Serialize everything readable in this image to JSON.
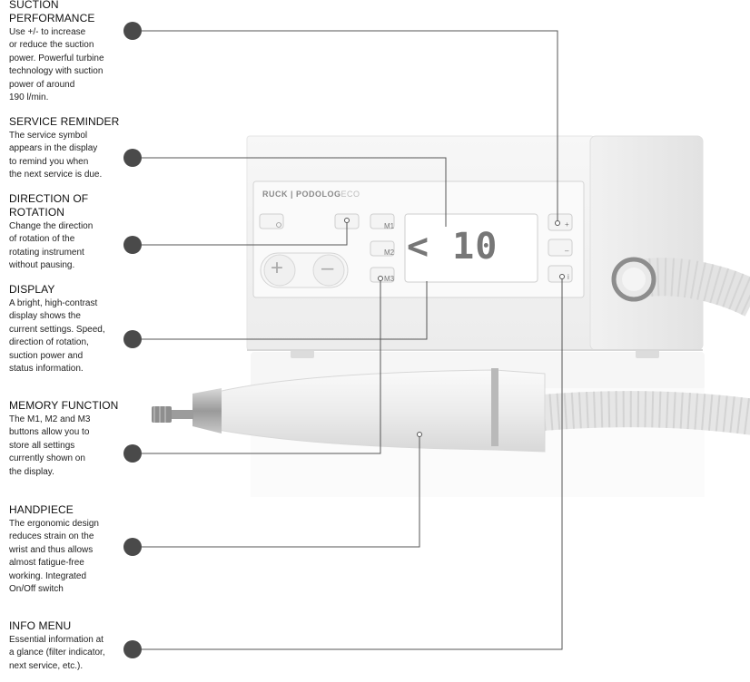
{
  "features": [
    {
      "title": "SUCTION\nPERFORMANCE",
      "body": "Use +/- to increase\nor reduce the suction\npower. Powerful turbine\ntechnology with suction\npower of around\n190 l/min."
    },
    {
      "title": "SERVICE REMINDER",
      "body": "The service symbol\nappears in the display\nto remind you when\nthe next service is due."
    },
    {
      "title": "DIRECTION OF\nROTATION",
      "body": "Change the direction\nof rotation of the\nrotating instrument\nwithout pausing."
    },
    {
      "title": "DISPLAY",
      "body": "A bright, high-contrast\ndisplay shows the\ncurrent settings. Speed,\ndirection of rotation,\nsuction power and\nstatus information."
    },
    {
      "title": "MEMORY FUNCTION",
      "body": "The M1, M2 and M3\nbuttons allow you to\nstore all settings\ncurrently shown on\nthe display."
    },
    {
      "title": "HANDPIECE",
      "body": "The ergonomic design\nreduces strain on the\nwrist and thus allows\nalmost fatigue-free\nworking. Integrated\nOn/Off switch"
    },
    {
      "title": "INFO MENU",
      "body": "Essential information at\na glance (filter indicator,\nnext service, etc.)."
    }
  ],
  "device": {
    "brand": "RUCK",
    "model": "PODOLOG",
    "model_suffix": "ECO",
    "display_text": "< 10",
    "buttons": {
      "m1": "M1",
      "m2": "M2",
      "m3": "M3",
      "plus": "+",
      "minus": "–",
      "info": "i",
      "big_plus": "+",
      "big_minus": "–"
    }
  },
  "icons": {
    "power": "power-icon",
    "rotation": "rotation-direction-icon",
    "service": "service-wrench-icon"
  },
  "colors": {
    "callout_dot": "#4a4a4a",
    "leader_line": "#555555"
  }
}
